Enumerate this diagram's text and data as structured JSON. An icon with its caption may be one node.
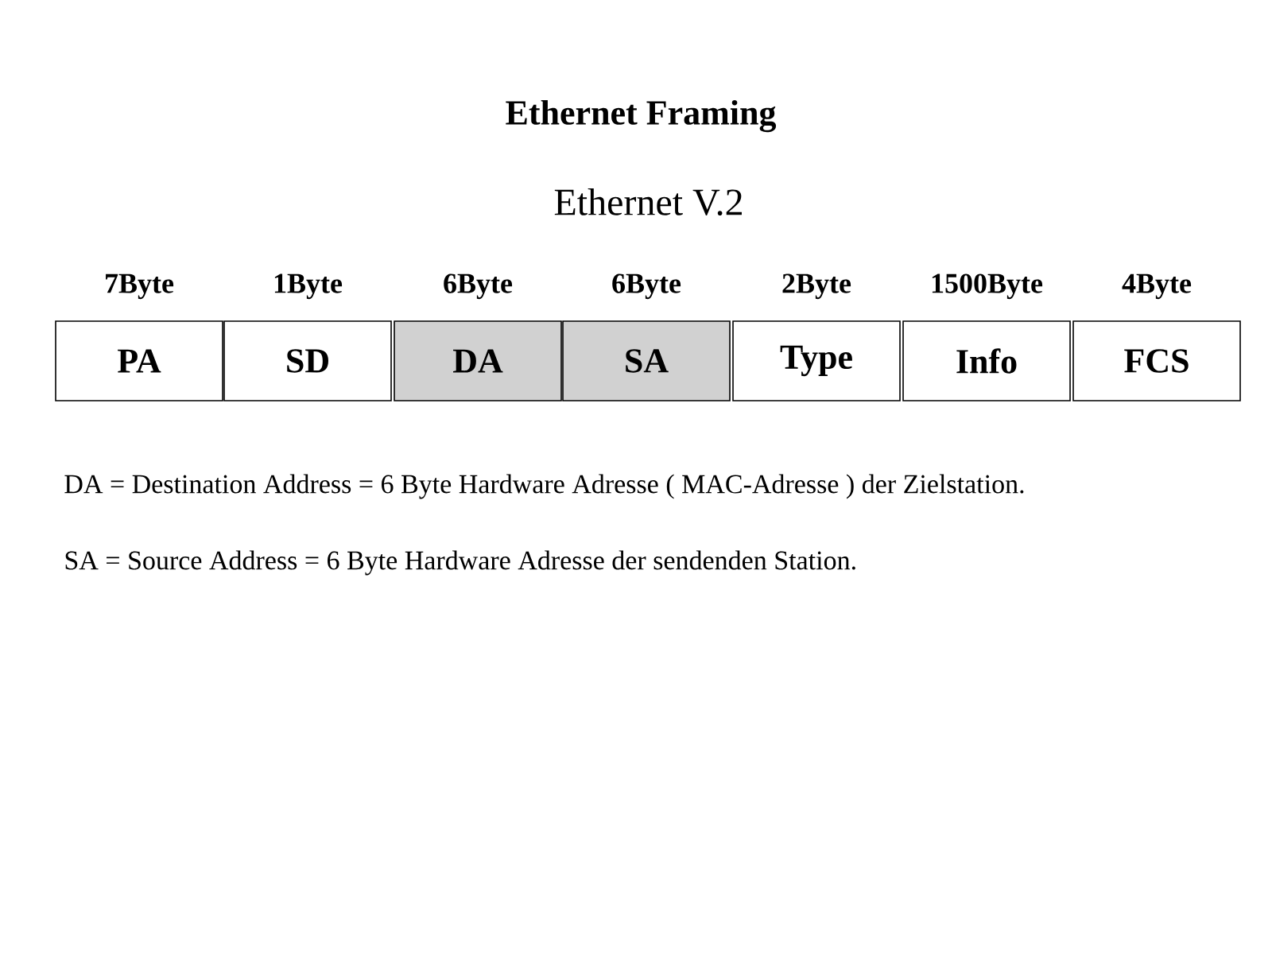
{
  "diagram": {
    "title": "Ethernet Framing",
    "nodes": [
      {
        "text": [
          "PA"
        ],
        "beside": [
          "7Byte"
        ]
      },
      {
        "text": [
          "SD"
        ],
        "beside": [
          "1Byte"
        ]
      },
      {
        "text": [
          "DA"
        ],
        "beside": [
          "6Byte"
        ]
      },
      {
        "text": [
          "SA"
        ],
        "beside": [
          "6Byte"
        ]
      },
      {
        "text": [
          "Type"
        ],
        "beside": [
          "2Byte"
        ]
      },
      {
        "text": [
          "Info"
        ],
        "beside": [
          "1500Byte"
        ]
      },
      {
        "text": [
          "FCS"
        ],
        "beside": [
          "4Byte"
        ]
      }
    ],
    "labels": [
      "Ethernet V.2",
      "DA = Destination Address = 6 Byte Hardware Adresse ( MAC-Adresse ) der Zielstation.",
      "SA = Source Address = 6 Byte Hardware Adresse der sendenden Station."
    ]
  }
}
